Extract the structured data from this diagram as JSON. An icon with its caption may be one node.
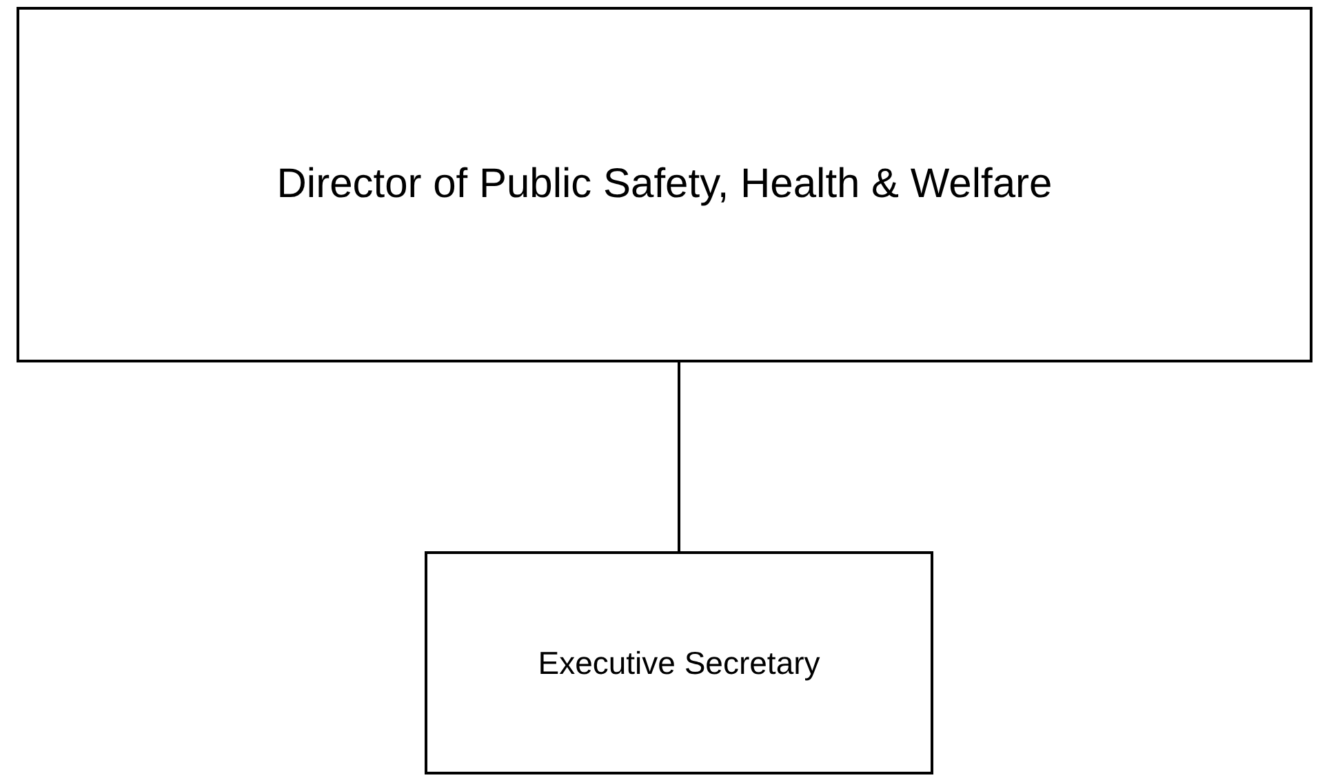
{
  "diagram": {
    "nodes": [
      {
        "text": [
          "Director of Public Safety, Health & Welfare"
        ]
      },
      {
        "text": [
          "Executive Secretary"
        ]
      }
    ],
    "edges": [
      {
        "from": 0,
        "to": 1,
        "arrow": "none"
      }
    ]
  }
}
